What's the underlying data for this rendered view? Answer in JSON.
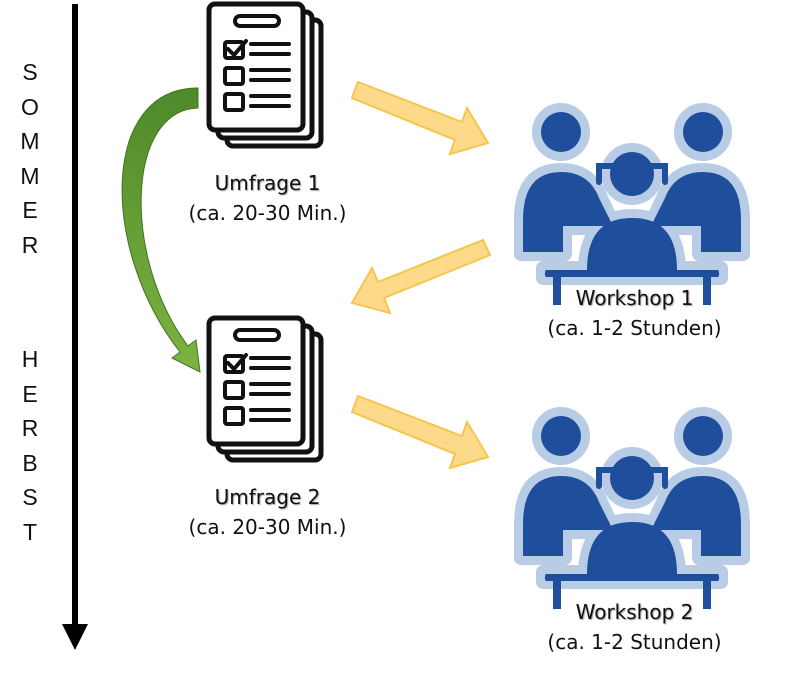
{
  "timeline": {
    "season_1": [
      "S",
      "O",
      "M",
      "M",
      "E",
      "R"
    ],
    "season_2": [
      "H",
      "E",
      "R",
      "B",
      "S",
      "T"
    ]
  },
  "nodes": {
    "survey_1": {
      "title": "Umfrage 1",
      "duration": "(ca. 20-30 Min.)"
    },
    "survey_2": {
      "title": "Umfrage 2",
      "duration": "(ca. 20-30 Min.)"
    },
    "workshop_1": {
      "title": "Workshop 1",
      "duration": "(ca. 1-2 Stunden)"
    },
    "workshop_2": {
      "title": "Workshop 2",
      "duration": "(ca. 1-2 Stunden)"
    }
  },
  "colors": {
    "timeline_arrow": "#000000",
    "flow_arrow_fill": "#FDDA8A",
    "flow_arrow_stroke": "#F5C54E",
    "curve_arrow_dark": "#4E8A2A",
    "curve_arrow_light": "#7CB342",
    "workshop_icon": "#1F4E9C",
    "workshop_icon_halo": "#B9CCE6"
  },
  "icons": {
    "survey": "checklist-clipboard-icon",
    "workshop": "meeting-group-icon"
  }
}
